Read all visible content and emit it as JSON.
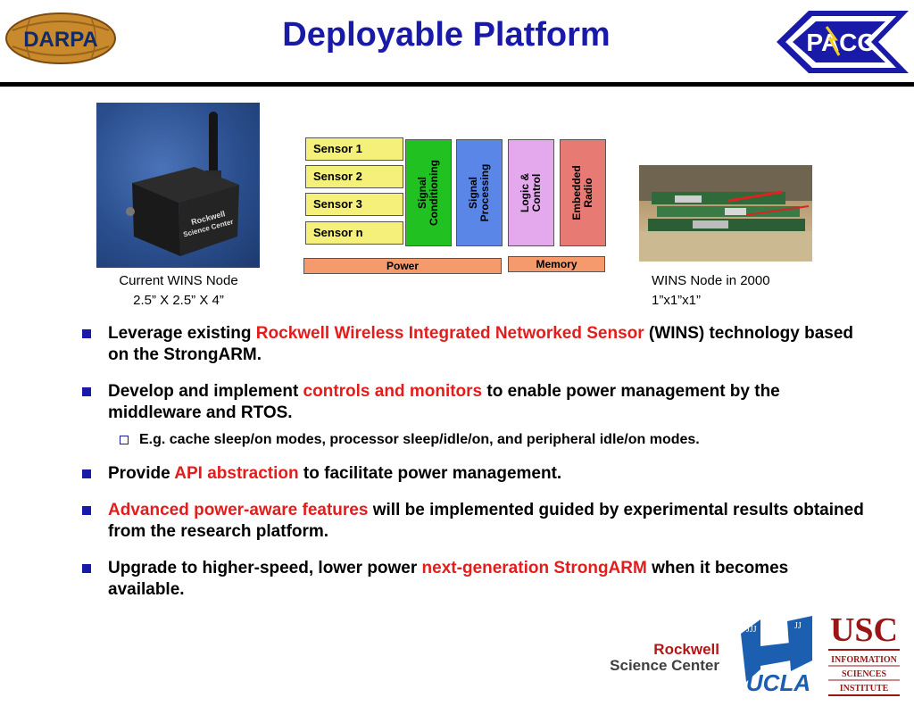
{
  "header": {
    "title": "Deployable Platform",
    "darpa_logo_text": "DARPA",
    "pacc_logo_text": "PACC"
  },
  "photos": {
    "current_node": {
      "caption_line1": "Current WINS Node",
      "caption_line2": "2.5” X 2.5” X 4”",
      "device_label_line1": "Rockwell",
      "device_label_line2": "Science Center"
    },
    "node_2000": {
      "caption_line1": "WINS Node in 2000",
      "caption_line2": "1”x1”x1”"
    }
  },
  "diagram": {
    "sensors": [
      "Sensor 1",
      "Sensor 2",
      "Sensor 3",
      "Sensor n"
    ],
    "blocks": [
      {
        "line1": "Signal",
        "line2": "Conditioning",
        "color": "#22c122"
      },
      {
        "line1": "Signal",
        "line2": "Processing",
        "color": "#5a86e8"
      },
      {
        "line1": "Logic &",
        "line2": "Control",
        "color": "#e4a8ec"
      },
      {
        "line1": "Embedded",
        "line2": "Radio",
        "color": "#e87a74"
      }
    ],
    "power_label": "Power",
    "memory_label": "Memory"
  },
  "bullets": [
    {
      "pre": "Leverage existing ",
      "hl": "Rockwell Wireless Integrated Networked Sensor",
      "post": " (WINS) technology based on the StrongARM."
    },
    {
      "pre": "Develop and implement ",
      "hl": "controls and monitors",
      "post": " to enable power management by the middleware and RTOS."
    },
    {
      "pre": "Provide ",
      "hl": "API abstraction",
      "post": " to facilitate power management."
    },
    {
      "pre": "",
      "hl": "Advanced power-aware features",
      "post": " will be implemented guided by experimental results obtained from the research platform."
    },
    {
      "pre": "Upgrade to higher-speed, lower power ",
      "hl": "next-generation StrongARM",
      "post": " when it becomes available."
    }
  ],
  "sub_bullet": "E.g. cache sleep/on modes, processor sleep/idle/on, and peripheral idle/on modes.",
  "footer": {
    "rockwell_line1": "Rockwell",
    "rockwell_line2": "Science Center",
    "ucla_text": "UCLA",
    "usc_text": "USC",
    "isi_line1": "INFORMATION",
    "isi_line2": "SCIENCES",
    "isi_line3": "INSTITUTE"
  },
  "colors": {
    "title": "#1a1aa8",
    "highlight": "#e31c1c",
    "sensor_fill": "#f4f07a",
    "bar_fill": "#f49a6c"
  }
}
